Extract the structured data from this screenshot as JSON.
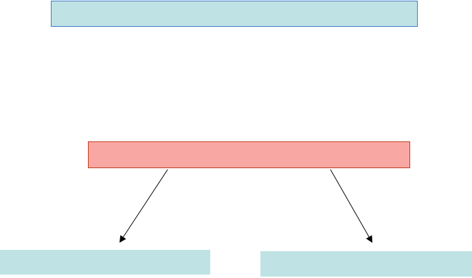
{
  "diagram": {
    "colors": {
      "top_box_fill": "#bfe3e4",
      "top_box_border": "#3b78c4",
      "middle_box_fill": "#f9a7a3",
      "middle_box_border": "#c23b1e",
      "bottom_box_fill": "#bfe3e4",
      "arrow": "#000000"
    },
    "nodes": [
      {
        "id": "top-box",
        "text": ""
      },
      {
        "id": "middle-box",
        "text": ""
      },
      {
        "id": "bottom-left-box",
        "text": ""
      },
      {
        "id": "bottom-right-box",
        "text": ""
      }
    ],
    "edges": [
      {
        "from": "middle-box",
        "to": "bottom-left-box"
      },
      {
        "from": "middle-box",
        "to": "bottom-right-box"
      }
    ]
  }
}
